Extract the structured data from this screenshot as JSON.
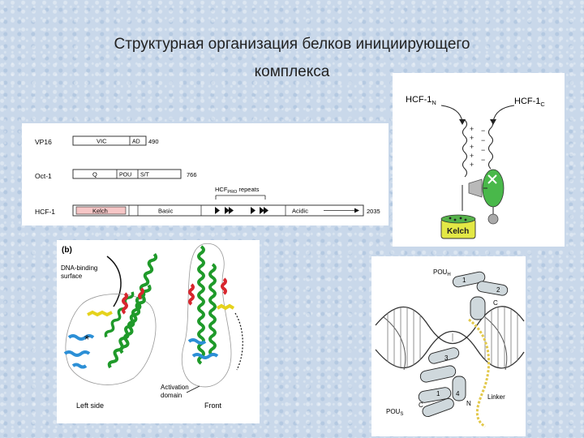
{
  "slide": {
    "title_line1": "Структурная организация белков инициирующего",
    "title_line2": "комплекса"
  },
  "domain_diagram": {
    "rows": [
      {
        "name": "VP16",
        "segments": [
          "VIC",
          "AD"
        ],
        "end": "490"
      },
      {
        "name": "Oct-1",
        "segments": [
          "Q",
          "POU",
          "S/T"
        ],
        "end": "766"
      },
      {
        "name": "HCF-1",
        "segments": [
          "Kelch",
          "Basic",
          "Acidic"
        ],
        "end": "2035"
      }
    ],
    "repeats_label_prefix": "HCF",
    "repeats_label_sub": "PRO",
    "repeats_label_suffix": " repeats"
  },
  "hcf_diagram": {
    "n_label": "HCF-1",
    "n_sub": "N",
    "c_label": "HCF-1",
    "c_sub": "C",
    "kelch_label": "Kelch",
    "plus": "+",
    "minus": "−"
  },
  "structure_panel": {
    "panel_label": "(b)",
    "dna_binding_line1": "DNA-binding",
    "dna_binding_line2": "surface",
    "left_caption": "Left side",
    "activation_line1": "Activation",
    "activation_line2": "domain",
    "front_caption": "Front"
  },
  "pou_panel": {
    "pouh_label": "POU",
    "pouh_sub": "H",
    "pous_label": "POU",
    "pous_sub": "S",
    "linker_label": "Linker",
    "h1": "1",
    "h2": "2",
    "h3": "3",
    "h4": "4",
    "c_label": "C",
    "n_label": "N"
  },
  "colors": {
    "helix_green": "#1f9a2a",
    "helix_red": "#d8262e",
    "helix_blue": "#2c8fd6",
    "helix_yellow": "#e5d21c",
    "kelch_pink": "#f6c6c6",
    "hcf_green": "#49b84a"
  }
}
